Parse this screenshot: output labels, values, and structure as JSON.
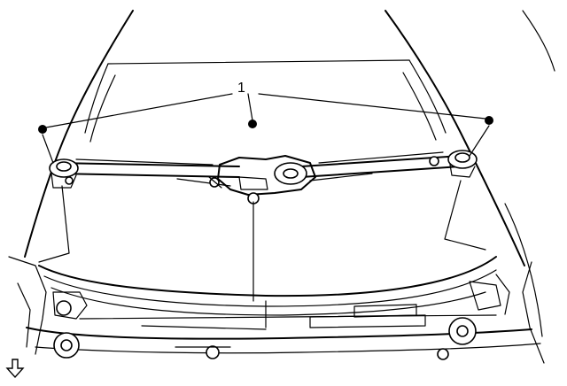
{
  "figure": {
    "callouts": [
      {
        "id": "callout-1",
        "label": "1"
      }
    ],
    "direction_arrow": {
      "name": "front-of-vehicle-arrow",
      "direction": "down"
    },
    "parts": [
      "windshield-frame",
      "wiper-transmission-linkage",
      "wiper-motor",
      "left-pivot-mount",
      "right-pivot-mount",
      "mounting-nut-left",
      "mounting-nut-center",
      "mounting-nut-right",
      "cowl-panel",
      "hood-opening"
    ],
    "colors": {
      "ink": "#000000",
      "paper": "#ffffff"
    }
  }
}
